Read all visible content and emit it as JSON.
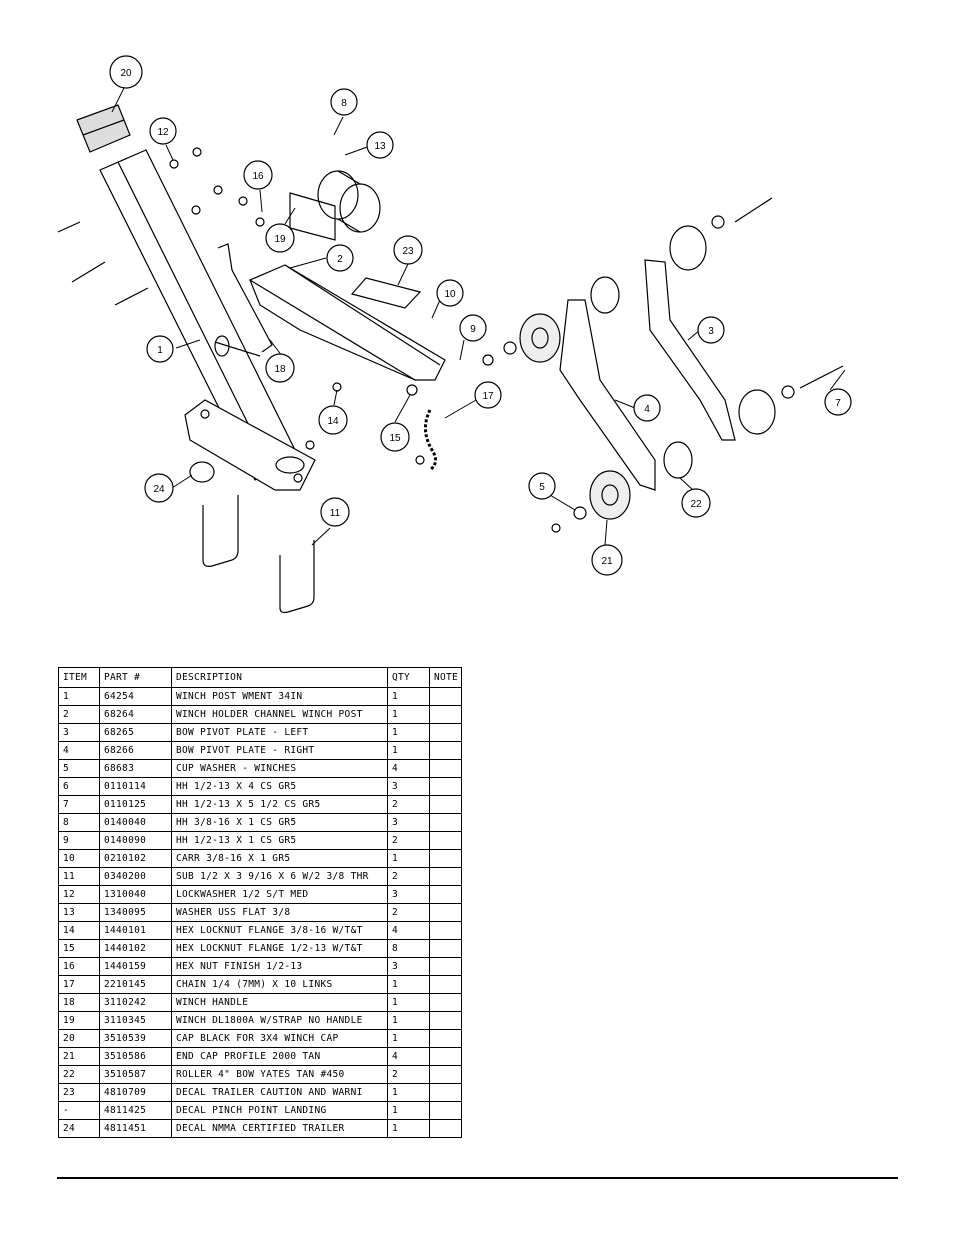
{
  "callouts": [
    "1",
    "2",
    "3",
    "4",
    "5",
    "7",
    "8",
    "9",
    "10",
    "11",
    "12",
    "13",
    "14",
    "15",
    "16",
    "17",
    "18",
    "19",
    "20",
    "21",
    "22",
    "23",
    "24"
  ],
  "table": {
    "headers": [
      "ITEM",
      "PART #",
      "DESCRIPTION",
      "QTY",
      "NOTE"
    ],
    "rows": [
      [
        "1",
        "64254",
        "WINCH POST WMENT  34IN",
        "1",
        ""
      ],
      [
        "2",
        "68264",
        "WINCH HOLDER CHANNEL WINCH POST",
        "1",
        ""
      ],
      [
        "3",
        "68265",
        "BOW PIVOT PLATE - LEFT",
        "1",
        ""
      ],
      [
        "4",
        "68266",
        "BOW PIVOT PLATE - RIGHT",
        "1",
        ""
      ],
      [
        "5",
        "68683",
        "CUP WASHER - WINCHES",
        "4",
        ""
      ],
      [
        "6",
        "0110114",
        "HH 1/2-13 X 4 CS GR5",
        "3",
        ""
      ],
      [
        "7",
        "0110125",
        "HH 1/2-13 X 5 1/2 CS GR5",
        "2",
        ""
      ],
      [
        "8",
        "0140040",
        "HH 3/8-16 X 1 CS GR5",
        "3",
        ""
      ],
      [
        "9",
        "0140090",
        "HH 1/2-13 X 1 CS GR5",
        "2",
        ""
      ],
      [
        "10",
        "0210102",
        "CARR 3/8-16 X 1 GR5",
        "1",
        ""
      ],
      [
        "11",
        "0340200",
        "SUB 1/2 X 3 9/16 X 6 W/2 3/8 THR",
        "2",
        ""
      ],
      [
        "12",
        "1310040",
        "LOCKWASHER 1/2 S/T MED",
        "3",
        ""
      ],
      [
        "13",
        "1340095",
        "WASHER USS FLAT 3/8",
        "2",
        ""
      ],
      [
        "14",
        "1440101",
        "HEX LOCKNUT FLANGE 3/8-16 W/T&T",
        "4",
        ""
      ],
      [
        "15",
        "1440102",
        "HEX LOCKNUT FLANGE 1/2-13 W/T&T",
        "8",
        ""
      ],
      [
        "16",
        "1440159",
        "HEX NUT FINISH 1/2-13",
        "3",
        ""
      ],
      [
        "17",
        "2210145",
        "CHAIN 1/4 (7MM) X 10 LINKS",
        "1",
        ""
      ],
      [
        "18",
        "3110242",
        "WINCH HANDLE",
        "1",
        ""
      ],
      [
        "19",
        "3110345",
        "WINCH DL1800A W/STRAP  NO HANDLE",
        "1",
        ""
      ],
      [
        "20",
        "3510539",
        "CAP BLACK FOR 3X4 WINCH CAP",
        "1",
        ""
      ],
      [
        "21",
        "3510586",
        "END CAP PROFILE 2000 TAN",
        "4",
        ""
      ],
      [
        "22",
        "3510587",
        "ROLLER 4\" BOW YATES TAN #450",
        "2",
        ""
      ],
      [
        "23",
        "4810709",
        "DECAL TRAILER CAUTION AND WARNI",
        "1",
        ""
      ],
      [
        "-",
        "4811425",
        "DECAL PINCH POINT LANDING",
        "1",
        ""
      ],
      [
        "24",
        "4811451",
        " DECAL NMMA CERTIFIED TRAILER",
        "1",
        ""
      ]
    ]
  }
}
